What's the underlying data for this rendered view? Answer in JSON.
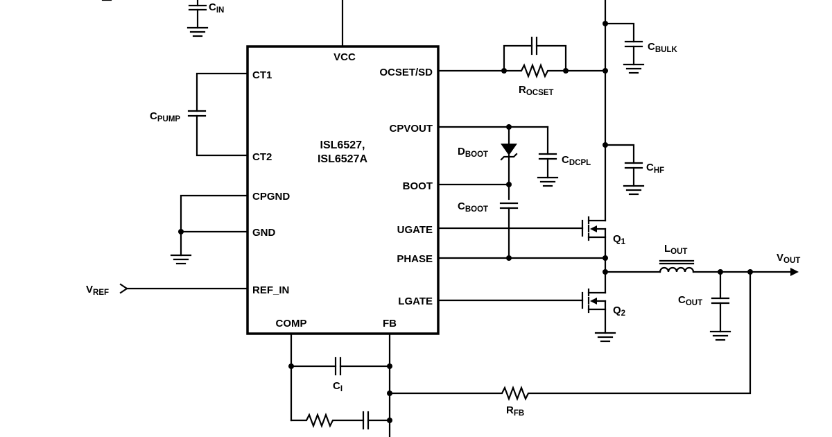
{
  "chip": {
    "name_line1": "ISL6527,",
    "name_line2": "ISL6527A",
    "pins": {
      "vcc": "VCC",
      "ct1": "CT1",
      "ct2": "CT2",
      "cpgnd": "CPGND",
      "gnd": "GND",
      "ref_in": "REF_IN",
      "comp": "COMP",
      "fb": "FB",
      "ocset": "OCSET/SD",
      "cpvout": "CPVOUT",
      "boot": "BOOT",
      "ugate": "UGATE",
      "phase": "PHASE",
      "lgate": "LGATE"
    }
  },
  "components": {
    "cin": {
      "main": "C",
      "sub": "IN"
    },
    "cbulk": {
      "main": "C",
      "sub": "BULK"
    },
    "rocset": {
      "main": "R",
      "sub": "OCSET"
    },
    "cpump": {
      "main": "C",
      "sub": "PUMP"
    },
    "dboot": {
      "main": "D",
      "sub": "BOOT"
    },
    "cdcpl": {
      "main": "C",
      "sub": "DCPL"
    },
    "chf": {
      "main": "C",
      "sub": "HF"
    },
    "cboot": {
      "main": "C",
      "sub": "BOOT"
    },
    "q1": {
      "main": "Q",
      "sub": "1"
    },
    "q2": {
      "main": "Q",
      "sub": "2"
    },
    "lout": {
      "main": "L",
      "sub": "OUT"
    },
    "vout": {
      "main": "V",
      "sub": "OUT"
    },
    "cout": {
      "main": "C",
      "sub": "OUT"
    },
    "vref": {
      "main": "V",
      "sub": "REF"
    },
    "ci": {
      "main": "C",
      "sub": "I"
    },
    "rfb": {
      "main": "R",
      "sub": "FB"
    }
  }
}
